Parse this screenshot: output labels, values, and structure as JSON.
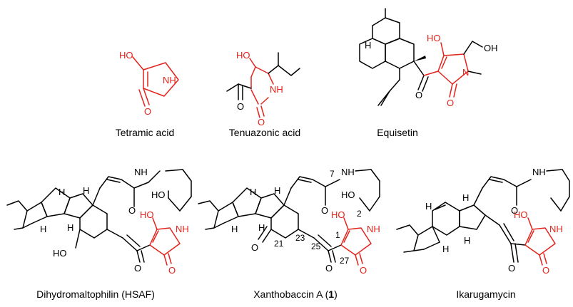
{
  "colors": {
    "ink": "#000000",
    "highlight": "#e3231b",
    "background": "#ffffff"
  },
  "compounds": [
    {
      "name": "Tetramic acid"
    },
    {
      "name": "Tenuazonic acid"
    },
    {
      "name": "Equisetin"
    },
    {
      "name": "Dihydromaltophilin (HSAF)"
    },
    {
      "name": "Xanthobaccin A (",
      "bold": "1",
      "suffix": ")"
    },
    {
      "name": "Ikarugamycin"
    }
  ],
  "atoms": {
    "HO": "HO",
    "OH": "OH",
    "NH": "NH",
    "O": "O",
    "N": "N",
    "H": "H"
  },
  "numbering": [
    "7",
    "2",
    "1",
    "21",
    "23",
    "25",
    "27"
  ]
}
